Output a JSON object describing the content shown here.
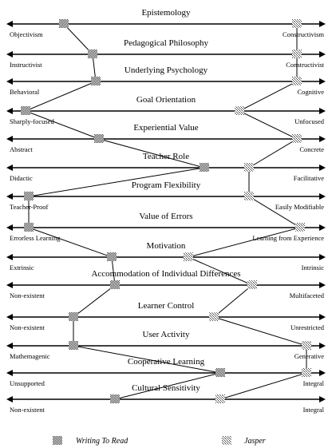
{
  "dimensions": [
    {
      "title": "Epistemology",
      "left": "Objectivism",
      "right": "Constructivism",
      "writing_to_read": 0.18,
      "jasper": 0.91
    },
    {
      "title": "Pedagogical Philosophy",
      "left": "Instructivist",
      "right": "Constructivist",
      "writing_to_read": 0.27,
      "jasper": 0.91
    },
    {
      "title": "Underlying Psychology",
      "left": "Behavioral",
      "right": "Cognitive",
      "writing_to_read": 0.28,
      "jasper": 0.91
    },
    {
      "title": "Goal Orientation",
      "left": "Sharply-focused",
      "right": "Unfocused",
      "writing_to_read": 0.06,
      "jasper": 0.73
    },
    {
      "title": "Experiential Value",
      "left": "Abstract",
      "right": "Concrete",
      "writing_to_read": 0.29,
      "jasper": 0.91
    },
    {
      "title": "Teacher Role",
      "left": "Didactic",
      "right": "Facilitative",
      "writing_to_read": 0.62,
      "jasper": 0.76
    },
    {
      "title": "Program Flexibility",
      "left": "Teacher-Proof",
      "right": "Easily Modifiable",
      "writing_to_read": 0.07,
      "jasper": 0.76
    },
    {
      "title": "Value of Errors",
      "left": "Errorless Learning",
      "right": "Learning from Experience",
      "writing_to_read": 0.07,
      "jasper": 0.92
    },
    {
      "title": "Motivation",
      "left": "Extrinsic",
      "right": "Intrinsic",
      "writing_to_read": 0.33,
      "jasper": 0.57
    },
    {
      "title": "Accommodation of Individual Differences",
      "left": "Non-existent",
      "right": "Multifaceted",
      "writing_to_read": 0.34,
      "jasper": 0.77
    },
    {
      "title": "Learner Control",
      "left": "Non-existent",
      "right": "Unrestricted",
      "writing_to_read": 0.21,
      "jasper": 0.65
    },
    {
      "title": "User Activity",
      "left": "Mathemagenic",
      "right": "Generative",
      "writing_to_read": 0.21,
      "jasper": 0.94
    },
    {
      "title": "Cooperative Learning",
      "left": "Unsupported",
      "right": "Integral",
      "writing_to_read": 0.67,
      "jasper": 0.94
    },
    {
      "title": "Cultural Sensitivity",
      "left": "Non-existent",
      "right": "Integral",
      "writing_to_read": 0.34,
      "jasper": 0.67
    }
  ],
  "legend": {
    "writing_to_read": "Writing To Read",
    "jasper": "Jasper"
  },
  "colors": {
    "line": "#000000",
    "writing_to_read_marker": "#6f6f6f",
    "jasper_marker": "#9a9a9a"
  }
}
